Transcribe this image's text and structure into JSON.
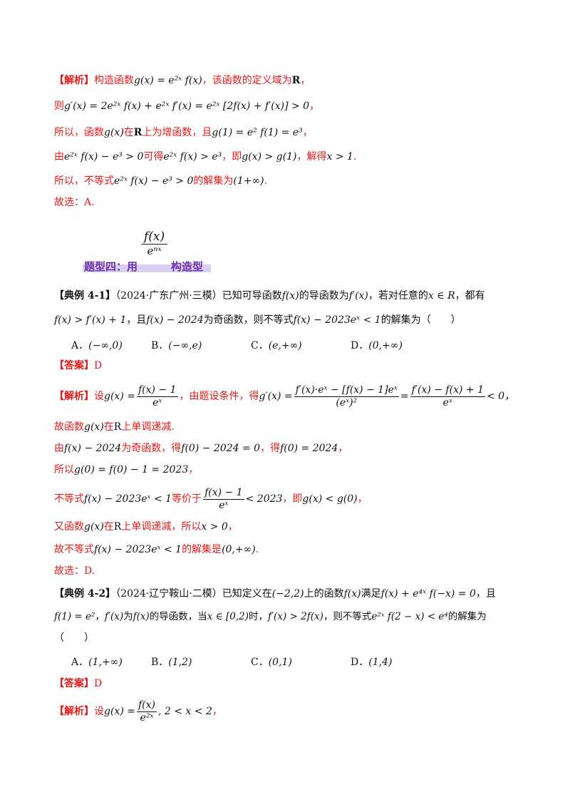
{
  "block1": {
    "l1_tag": "【解析】",
    "l1_text": "构造函数",
    "l1_math": "g(x) = e²ˣ f(x)",
    "l1_text2": "，该函数的定义域为",
    "l1_R": "R",
    "l1_end": "，",
    "l2_text": "则",
    "l2_math": "g′(x) = 2e²ˣ f(x) + e²ˣ f′(x) = e²ˣ [2f(x) + f′(x)] > 0",
    "l2_end": "，",
    "l3_text": "所以，函数",
    "l3_g": "g(x)",
    "l3_text2": "在",
    "l3_R": "R",
    "l3_text3": "上为增函数，且",
    "l3_math": "g(1) = e² f(1) = e³",
    "l3_end": "，",
    "l4_text": "由",
    "l4_m1": "e²ˣ f(x) − e³ > 0",
    "l4_t2": "可得",
    "l4_m2": "e²ˣ f(x) > e³",
    "l4_t3": "，即",
    "l4_m3": "g(x) > g(1)",
    "l4_t4": "，解得",
    "l4_m4": "x > 1",
    "l4_end": ".",
    "l5_text": "所以，不等式",
    "l5_m1": "e²ˣ f(x) − e³ > 0",
    "l5_t2": "的解集为",
    "l5_m2": "(1+∞)",
    "l5_end": ".",
    "l6": "故选：A."
  },
  "heading": {
    "frac_num": "f(x)",
    "frac_den": "eⁿˣ",
    "label_left": "题型四：用",
    "label_right": "构造型"
  },
  "ex41": {
    "tag": "【典例 4-1】",
    "source": "（2024·广东广州·三模）已知可导函数",
    "m1": "f(x)",
    "t2": "的导函数为",
    "m2": "f′(x)",
    "t3": "，若对任意的",
    "m3": "x ∈ R",
    "t4": "，都有",
    "l2_m1": "f(x) > f′(x) + 1",
    "l2_t1": "，且",
    "l2_m2": "f(x) − 2024",
    "l2_t2": "为奇函数，则不等式",
    "l2_m3": "f(x) − 2023eˣ < 1",
    "l2_t3": "的解集为（　　）",
    "options": [
      {
        "letter": "A．",
        "value": "(−∞,0)"
      },
      {
        "letter": "B．",
        "value": "(−∞,e)"
      },
      {
        "letter": "C．",
        "value": "(e,+∞)"
      },
      {
        "letter": "D．",
        "value": "(0,+∞)"
      }
    ],
    "answer_tag": "【答案】",
    "answer": "D",
    "sol_tag": "【解析】",
    "s1_t1": "设",
    "s1_g": "g(x) =",
    "s1_num": "f(x) − 1",
    "s1_den": "eˣ",
    "s1_t2": "，由题设条件，得",
    "s1_gp": "g′(x) =",
    "s1_num2": "f′(x)·eˣ − [f(x) − 1]eˣ",
    "s1_den2": "(eˣ)²",
    "s1_eq": "=",
    "s1_num3": "f′(x) − f(x) + 1",
    "s1_den3": "eˣ",
    "s1_end": "< 0，",
    "s2_t1": "故函数",
    "s2_m": "g(x)",
    "s2_t2": "在",
    "s2_R": "R",
    "s2_t3": "上单调递减.",
    "s3_t1": "由",
    "s3_m1": "f(x) − 2024",
    "s3_t2": "为奇函数，得",
    "s3_m2": "f(0) − 2024 = 0",
    "s3_t3": "，得",
    "s3_m3": "f(0) = 2024",
    "s3_end": "，",
    "s4_t1": "所以",
    "s4_m": "g(0) = f(0) − 1 = 2023",
    "s4_end": "，",
    "s5_t1": "不等式",
    "s5_m1": "f(x) − 2023eˣ < 1",
    "s5_t2": "等价于",
    "s5_num": "f(x) − 1",
    "s5_den": "eˣ",
    "s5_m2": "< 2023",
    "s5_t3": "，即",
    "s5_m3": "g(x) < g(0)",
    "s5_end": "，",
    "s6_t1": "又函数",
    "s6_m": "g(x)",
    "s6_t2": "在",
    "s6_R": "R",
    "s6_t3": "上单调递减，所以",
    "s6_m2": "x > 0",
    "s6_end": "，",
    "s7_t1": "故不等式",
    "s7_m1": "f(x) − 2023eˣ < 1",
    "s7_t2": "的解集是",
    "s7_m2": "(0,+∞)",
    "s7_end": ".",
    "s8": "故选：D."
  },
  "ex42": {
    "tag": "【典例 4-2】",
    "source": "（2024·辽宁鞍山·二模）已知定义在",
    "m1": "(−2,2)",
    "t2": "上的函数",
    "m2": "f(x)",
    "t3": "满足",
    "m3": "f(x) + e⁴ˣ f(−x) = 0",
    "t4": "，且",
    "l2_m1": "f(1) = e²",
    "l2_t1": "，",
    "l2_m2": "f′(x)",
    "l2_t2": "为",
    "l2_m3": "f(x)",
    "l2_t3": "的导函数，当",
    "l2_m4": "x ∈ [0,2)",
    "l2_t4": "时，",
    "l2_m5": "f′(x) > 2f(x)",
    "l2_t5": "，则不等式",
    "l2_m6": "e²ˣ f(2 − x) < e⁴",
    "l2_t6": "的解集为",
    "l3": "（　　）",
    "options": [
      {
        "letter": "A．",
        "value": "(1,+∞)"
      },
      {
        "letter": "B．",
        "value": "(1,2)"
      },
      {
        "letter": "C．",
        "value": "(0,1)"
      },
      {
        "letter": "D．",
        "value": "(1,4)"
      }
    ],
    "answer_tag": "【答案】",
    "answer": "D",
    "sol_tag": "【解析】",
    "s1_t1": "设",
    "s1_g": "g(x) =",
    "s1_num": "f(x)",
    "s1_den": "e²ˣ",
    "s1_m": ", 2 < x < 2",
    "s1_end": "，"
  }
}
